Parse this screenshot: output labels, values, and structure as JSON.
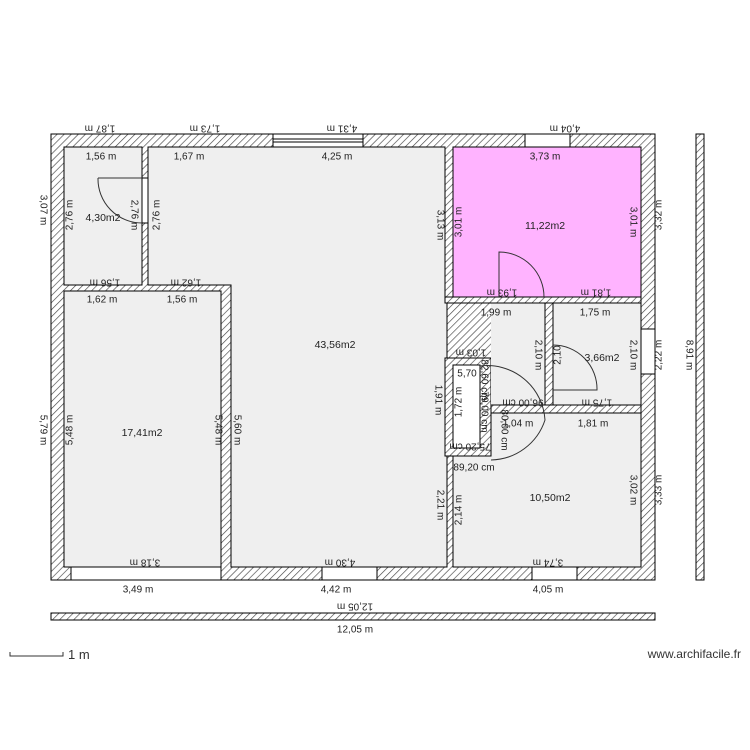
{
  "colors": {
    "wall_hatch": "#333333",
    "room_fill": "#efefef",
    "highlight_room_fill": "#ffb3ff",
    "background": "#ffffff"
  },
  "labels": [
    "1,87 m",
    "1,73 m",
    "4,31 m",
    "4,04 m",
    "1,56 m",
    "1,67 m",
    "4,25 m",
    "3,73 m",
    "3,07 m",
    "2,76 m",
    "4,30m2",
    "2,76 m",
    "2,76 m",
    "3,13 m",
    "3,01 m",
    "11,22m2",
    "3,01 m",
    "3,32 m",
    "1,56 m",
    "1,62 m",
    "1,62 m",
    "1,56 m",
    "1,93 m",
    "1,81 m",
    "1,99 m",
    "1,75 m",
    "43,56m2",
    "2,10 m",
    "2,10",
    "3,66m2",
    "2,10 m",
    "2,22 m",
    "8,91 m",
    "1,03 m",
    "5,70",
    "1,72 m",
    "1,91 m",
    "96,00 cm",
    "1,75 m",
    "1,04 m",
    "1,81 m",
    "89,20 cm",
    "17,41m2",
    "5,48 m",
    "5,48 m",
    "5,60 m",
    "5,79 m",
    "2,21 m",
    "2,14 m",
    "10,50m2",
    "3,02 m",
    "3,33 m",
    "3,18 m",
    "4,30 m",
    "3,74 m",
    "3,49 m",
    "4,42 m",
    "4,05 m",
    "12,05 m",
    "12,05 m",
    "82,60 cm",
    "79,00 cm",
    "80,00 cm",
    "75,20 cm"
  ],
  "scale_label": "1 m",
  "watermark": "www.archifacile.fr"
}
